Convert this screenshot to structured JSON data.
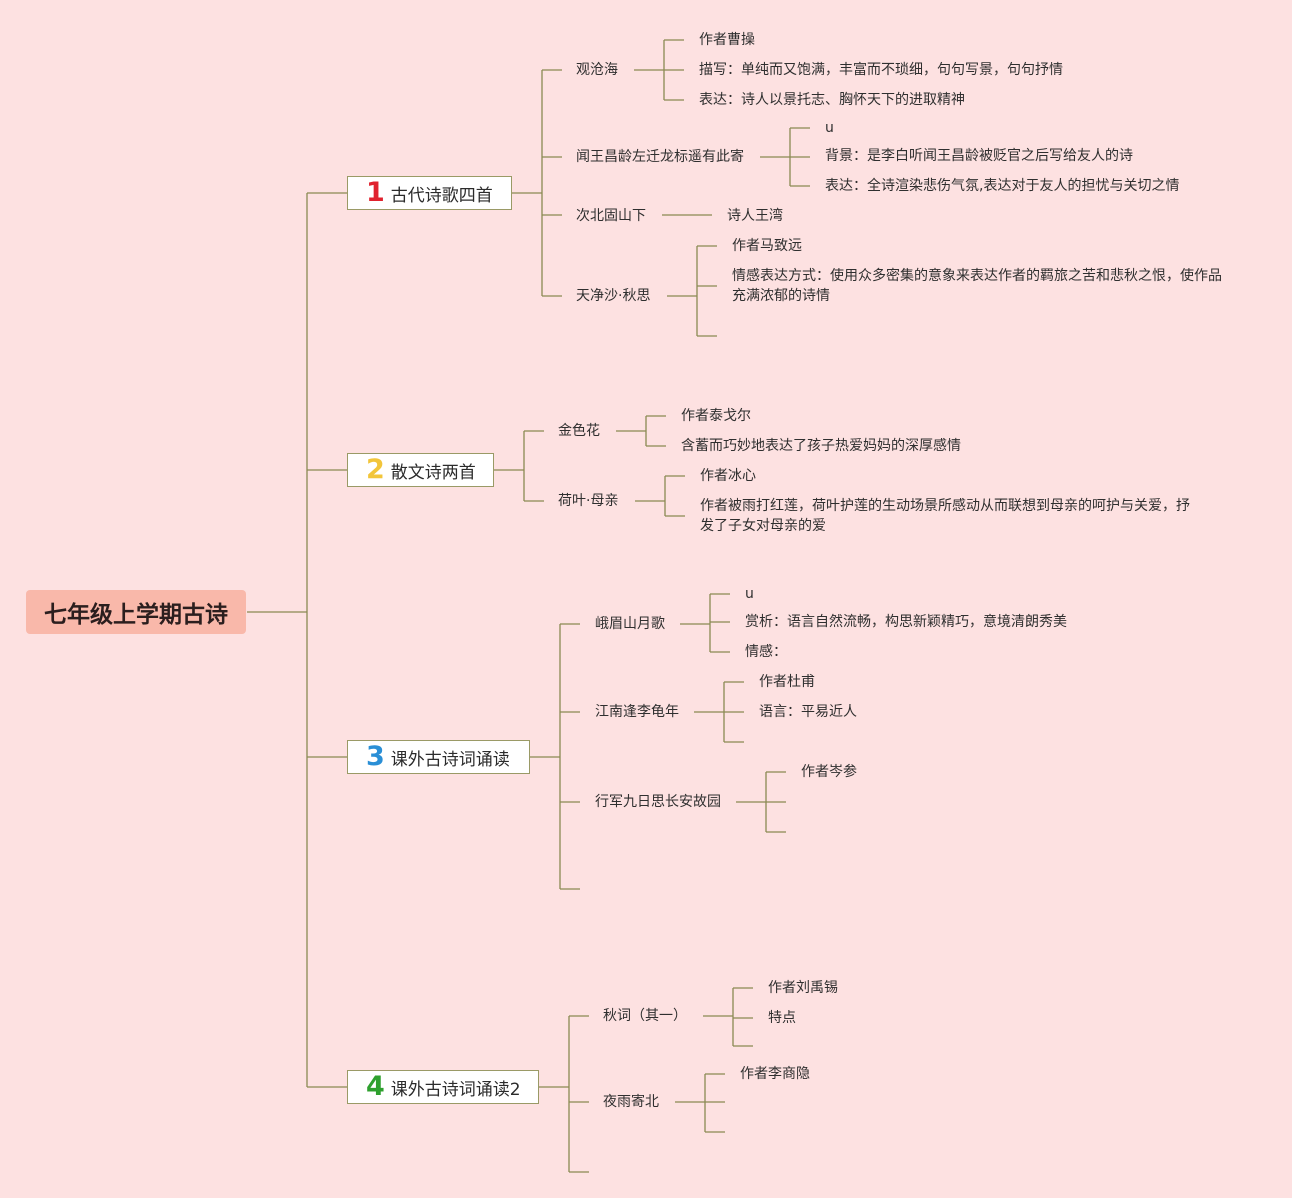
{
  "root": "七年级上学期古诗",
  "colors": {
    "background": "#fde1e1",
    "root_fill": "#f9b8aa",
    "line": "#8a8a52",
    "num1": "#e0222e",
    "num2": "#f2c53a",
    "num3": "#2a8fd6",
    "num4": "#2ea02e"
  },
  "branches": [
    {
      "num": "1",
      "label": "古代诗歌四首",
      "children": [
        {
          "label": "观沧海",
          "items": [
            "作者曹操",
            "描写：单纯而又饱满，丰富而不琐细，句句写景，句句抒情",
            "表达：诗人以景托志、胸怀天下的进取精神"
          ]
        },
        {
          "label": "闻王昌龄左迁龙标遥有此寄",
          "items": [
            "u",
            "背景：是李白听闻王昌龄被贬官之后写给友人的诗",
            "表达：全诗渲染悲伤气氛,表达对于友人的担忧与关切之情"
          ]
        },
        {
          "label": "次北固山下",
          "items": [
            "诗人王湾"
          ]
        },
        {
          "label": "天净沙·秋思",
          "items": [
            "作者马致远",
            "情感表达方式：使用众多密集的意象来表达作者的羁旅之苦和悲秋之恨，使作品充满浓郁的诗情"
          ]
        }
      ]
    },
    {
      "num": "2",
      "label": "散文诗两首",
      "children": [
        {
          "label": "金色花",
          "items": [
            "作者泰戈尔",
            "含蓄而巧妙地表达了孩子热爱妈妈的深厚感情"
          ]
        },
        {
          "label": "荷叶·母亲",
          "items": [
            "作者冰心",
            "作者被雨打红莲，荷叶护莲的生动场景所感动从而联想到母亲的呵护与关爱，抒发了子女对母亲的爱"
          ]
        }
      ]
    },
    {
      "num": "3",
      "label": "课外古诗词诵读",
      "children": [
        {
          "label": "峨眉山月歌",
          "items": [
            "u",
            "赏析：语言自然流畅，构思新颖精巧，意境清朗秀美",
            "情感："
          ]
        },
        {
          "label": "江南逢李龟年",
          "items": [
            "作者杜甫",
            "语言：平易近人"
          ]
        },
        {
          "label": "行军九日思长安故园",
          "items": [
            "作者岑参"
          ]
        }
      ]
    },
    {
      "num": "4",
      "label": "课外古诗词诵读2",
      "children": [
        {
          "label": "秋词（其一）",
          "items": [
            "作者刘禹锡",
            "特点"
          ]
        },
        {
          "label": "夜雨寄北",
          "items": [
            "作者李商隐"
          ]
        }
      ]
    }
  ]
}
